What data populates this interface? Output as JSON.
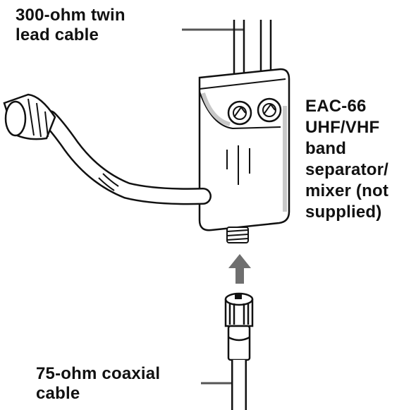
{
  "labels": {
    "twin_lead": [
      "300-ohm twin",
      "lead cable"
    ],
    "separator": [
      "EAC-66",
      "UHF/VHF",
      "band",
      "separator/",
      "mixer (not",
      "supplied)"
    ],
    "coax": [
      "75-ohm coaxial",
      "cable"
    ]
  },
  "colors": {
    "ink": "#111111",
    "leader": "#555555",
    "arrow": "#6f6f6f",
    "body_fill": "#f4f4f4",
    "shadow": "#c8c8c8"
  }
}
